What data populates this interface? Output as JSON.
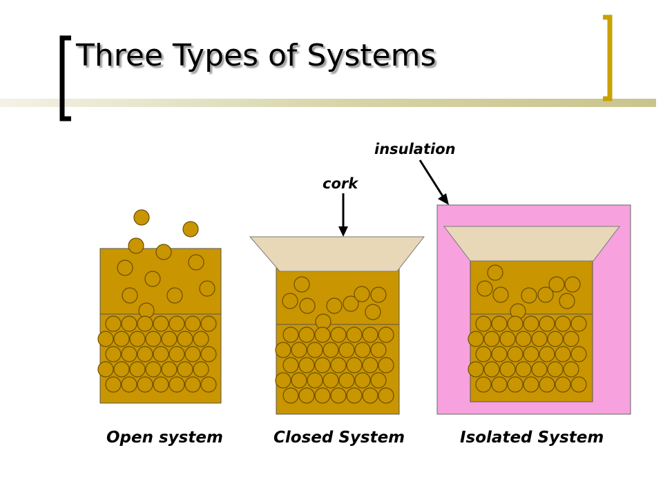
{
  "slide": {
    "title": "Three Types of Systems"
  },
  "annotations": {
    "insulation": "insulation",
    "cork": "cork"
  },
  "systems": [
    {
      "label": "Open system"
    },
    {
      "label": "Closed System"
    },
    {
      "label": "Isolated System"
    }
  ],
  "colors": {
    "accent_gold": "#C9A200",
    "water": "#C99500",
    "insulation_pink": "#F7A1DE",
    "cork": "#E8D8B8",
    "title_bar": "#D6D3A6"
  }
}
